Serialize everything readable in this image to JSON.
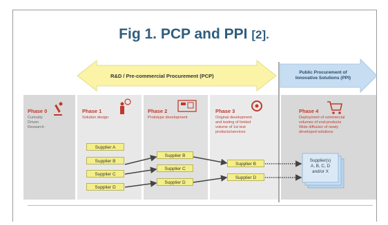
{
  "title": "Fig 1. PCP and PPI",
  "title_ref": "[2].",
  "banner_pcp": "R&D / Pre-commercial Procurement (PCP)",
  "banner_ppi": [
    "Public Procurement of",
    "Innovative Solutions (PPI)"
  ],
  "phases": [
    {
      "title": "Phase 0",
      "desc": [
        "Curiosity",
        "Driven",
        "Research"
      ]
    },
    {
      "title": "Phase 1",
      "desc": [
        "Solution design"
      ]
    },
    {
      "title": "Phase 2",
      "desc": [
        "Prototype development"
      ]
    },
    {
      "title": "Phase 3",
      "desc": [
        "Original development",
        "and testing of limited",
        "volume of 1st test",
        "products/services"
      ]
    },
    {
      "title": "Phase 4",
      "desc": [
        "Deployment of commercial",
        "volumes of end-products",
        "Wide diffusion of newly",
        "developed solutions"
      ]
    }
  ],
  "suppliers": {
    "phase1": [
      "Supplier A",
      "Supplier B",
      "Supplier C",
      "Supplier D"
    ],
    "phase2": [
      "Supplier B",
      "Supplier C",
      "Supplier D"
    ],
    "phase3": [
      "Supplier B",
      "Supplier D"
    ],
    "phase4": [
      "Supplier(s)",
      "A, B, C, D",
      "and/or X"
    ]
  },
  "colors": {
    "title": "#2f5d7d",
    "phase": "#c0392b",
    "banner_pcp": "#fbf3a6",
    "banner_ppi": "#c7ddf1",
    "supplier": "#f5ef8a"
  }
}
